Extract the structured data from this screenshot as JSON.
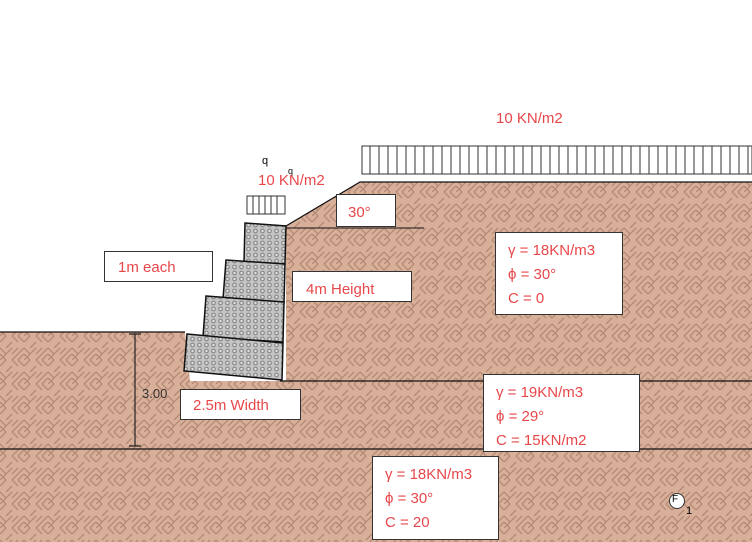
{
  "colors": {
    "soil": "#d8b09a",
    "hatch": "#b58a74",
    "text": "#e8474a",
    "gabion": "#bdbdbd"
  },
  "labels": {
    "surcharge_right": "10 KN/m2",
    "surcharge_left": "10 KN/m2",
    "q_small": "q",
    "q_small_2": "q",
    "slope_angle": "30°",
    "gabion_course": "1m each",
    "wall_height": "4m Height",
    "base_width": "2.5m Width",
    "depth_dimension": "3.00",
    "node_marker": "F",
    "node_index": "1"
  },
  "soil_layers": [
    {
      "gamma": "γ = 18KN/m3",
      "phi": "ϕ = 30°",
      "c": "C = 0"
    },
    {
      "gamma": "γ = 19KN/m3",
      "phi": "ϕ = 29°",
      "c": "C = 15KN/m2"
    },
    {
      "gamma": "γ = 18KN/m3",
      "phi": "ϕ = 30°",
      "c": "C = 20"
    }
  ]
}
